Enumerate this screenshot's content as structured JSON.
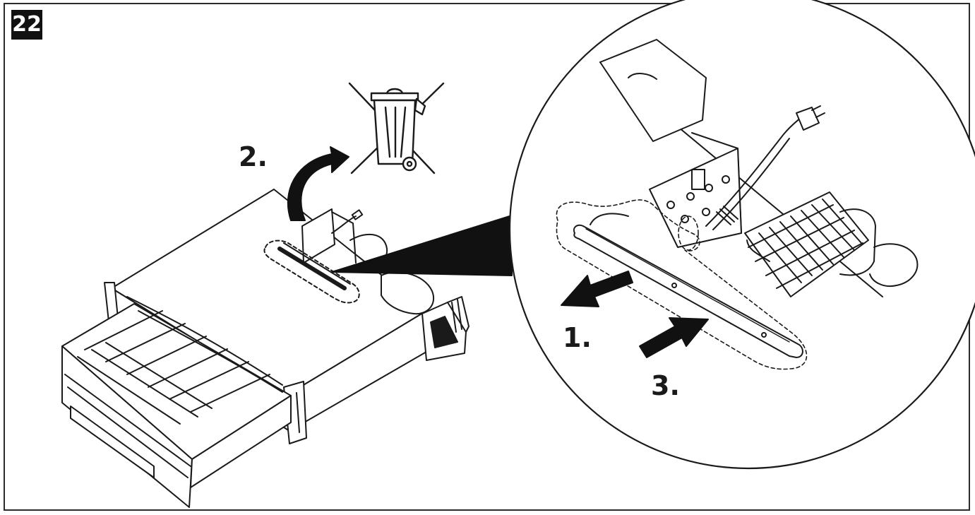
{
  "figure": {
    "number": "22"
  },
  "steps": [
    {
      "id": "step-1",
      "label": "1."
    },
    {
      "id": "step-2",
      "label": "2."
    },
    {
      "id": "step-3",
      "label": "3."
    }
  ],
  "icons": {
    "disposal": "crossed-out-wheelie-bin-icon",
    "arrow_remove": "arrow-left-icon",
    "arrow_insert": "arrow-right-icon",
    "arrow_dispose": "curved-arrow-up-icon"
  },
  "colors": {
    "line": "#1a1a1a",
    "badge": "#111111",
    "background": "#ffffff"
  }
}
